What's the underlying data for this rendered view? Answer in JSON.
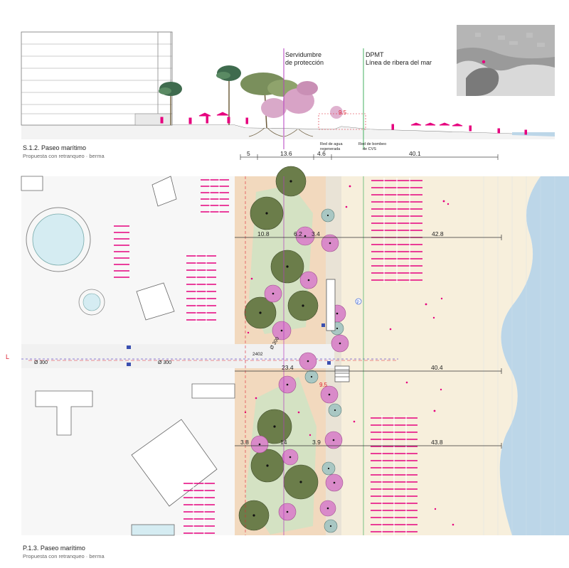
{
  "section": {
    "title": "S.1.2. Paseo marítimo",
    "subtitle": "Propuesta con retranqueo · berma",
    "labels": {
      "servidumbre_1": "Servidumbre",
      "servidumbre_2": "de protección",
      "dpmt_1": "DPMT",
      "dpmt_2": "Línea de ribera del mar",
      "red_agua_1": "Red de agua",
      "red_agua_2": "regenerada",
      "red_bombeo_1": "Red de bombeo",
      "red_bombeo_2": "de CVS",
      "marker": "9.5"
    },
    "dimensions": [
      "5",
      "13.6",
      "4.6",
      "40.1"
    ]
  },
  "plan": {
    "title": "P.1.3. Paseo marítimo",
    "subtitle": "Propuesta con retranqueo · berma",
    "dim_row1": [
      "10.8",
      "6.2",
      "3.4",
      "42.8"
    ],
    "dim_row2": [
      "23.4",
      "40.4"
    ],
    "dim_row3": [
      "3.8",
      "14",
      "3.9",
      "43.8"
    ],
    "pipe_labels": [
      "Ø 300",
      "Ø 300",
      "Ø 300"
    ],
    "code_label": "2402",
    "marker": "9.5",
    "axis_marker": "L",
    "parking_marker": "P"
  },
  "colors": {
    "magenta": "#e6007e",
    "tree_green": "#6b7d4a",
    "tree_pink": "#d98ac9",
    "tree_teal": "#a9c7c3",
    "sand_promenade": "#f2d9be",
    "beach": "#f7efdc",
    "sea": "#bcd6e8"
  }
}
